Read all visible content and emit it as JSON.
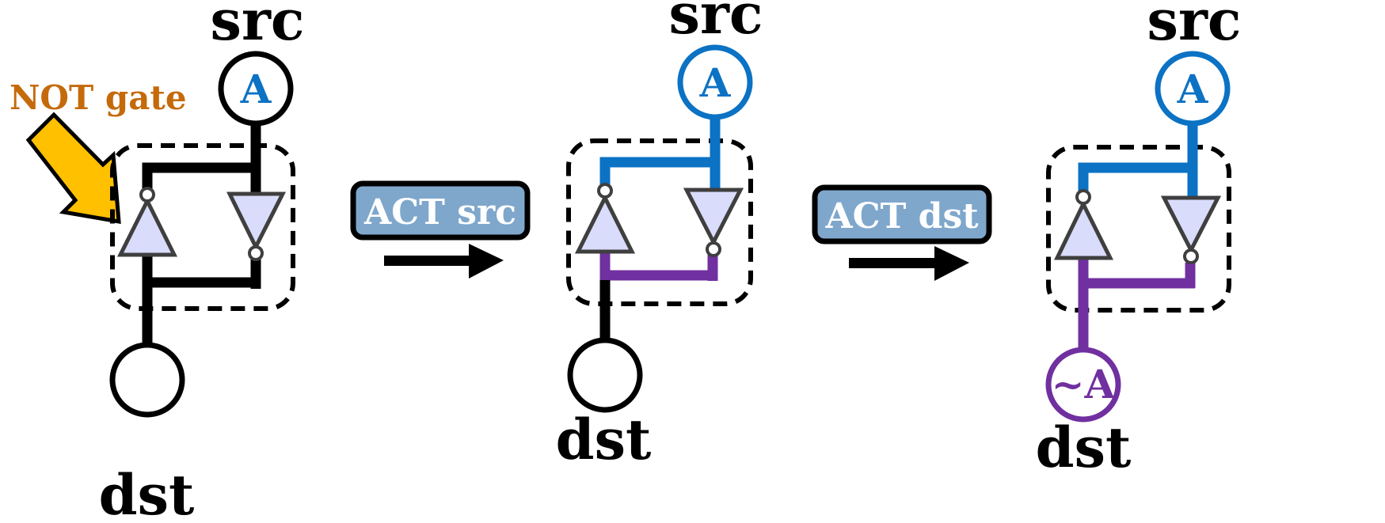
{
  "labels": {
    "src": "src",
    "dst": "dst",
    "not_gate": "NOT gate"
  },
  "stages": [
    {
      "src_value": "A",
      "dst_value": ""
    },
    {
      "src_value": "A",
      "dst_value": ""
    },
    {
      "src_value": "A",
      "dst_value": "~A"
    }
  ],
  "steps": [
    {
      "label": "ACT src"
    },
    {
      "label": "ACT dst"
    }
  ],
  "colors": {
    "blue": "#0B72C4",
    "purple": "#7030A0",
    "orange": "#C56A0A",
    "callout_arrow": "#FFC000",
    "button_fill": "#7FA7CC",
    "gate_fill": "#D9DCFA",
    "gate_stroke": "#3F3F3F"
  }
}
